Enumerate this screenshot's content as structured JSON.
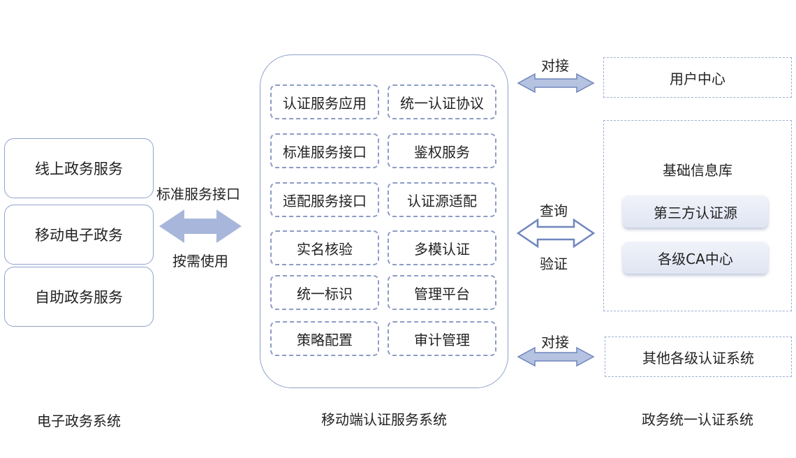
{
  "left_column": {
    "title": "电子政务系统",
    "items": [
      "线上政务服务",
      "移动电子政务",
      "自助政务服务"
    ]
  },
  "left_link": {
    "top_label": "标准服务接口",
    "bottom_label": "按需使用"
  },
  "center_column": {
    "title": "移动端认证服务系统",
    "modules": [
      [
        "认证服务应用",
        "统一认证协议"
      ],
      [
        "标准服务接口",
        "鉴权服务"
      ],
      [
        "适配服务接口",
        "认证源适配"
      ],
      [
        "实名核验",
        "多模认证"
      ],
      [
        "统一标识",
        "管理平台"
      ],
      [
        "策略配置",
        "审计管理"
      ]
    ]
  },
  "right_links": {
    "top_label": "对接",
    "middle_top_label": "查询",
    "middle_bottom_label": "验证",
    "bottom_label": "对接"
  },
  "right_column": {
    "title": "政务统一认证系统",
    "user_center": "用户中心",
    "base_db": {
      "title": "基础信息库",
      "sources": [
        "第三方认证源",
        "各级CA中心"
      ]
    },
    "other_systems": "其他各级认证系统"
  },
  "colors": {
    "border": "#8ea1c8",
    "arrow_fill": "#a7b6da",
    "arrow_stroke": "#6f86bd"
  }
}
